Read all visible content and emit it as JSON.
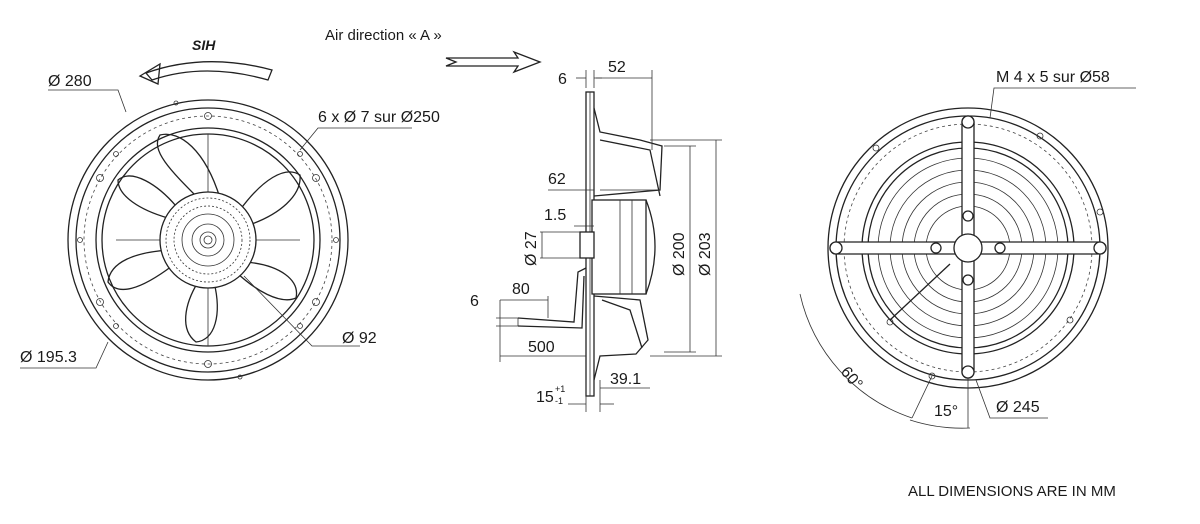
{
  "header": {
    "air_direction": "Air direction « A »",
    "rotation_label": "SIH"
  },
  "front_view": {
    "d_outer": "Ø 280",
    "bolt_circle": "6 x Ø 7 sur Ø250",
    "d_inner": "Ø 195.3",
    "d_hub": "Ø 92"
  },
  "side_view": {
    "d6_top": "6",
    "d52": "52",
    "d62": "62",
    "d1_5": "1.5",
    "d27": "Ø 27",
    "d200": "Ø 200",
    "d203": "Ø 203",
    "d6_cable": "6",
    "d80": "80",
    "d500": "500",
    "d15": "15",
    "d15_tol_upper": "+1",
    "d15_tol_lower": "-1",
    "d39_1": "39.1"
  },
  "rear_view": {
    "mount": "M 4 x 5 sur Ø58",
    "angle_60": "60°",
    "angle_15": "15°",
    "d245": "Ø 245"
  },
  "footer": {
    "note": "ALL DIMENSIONS ARE IN MM"
  }
}
